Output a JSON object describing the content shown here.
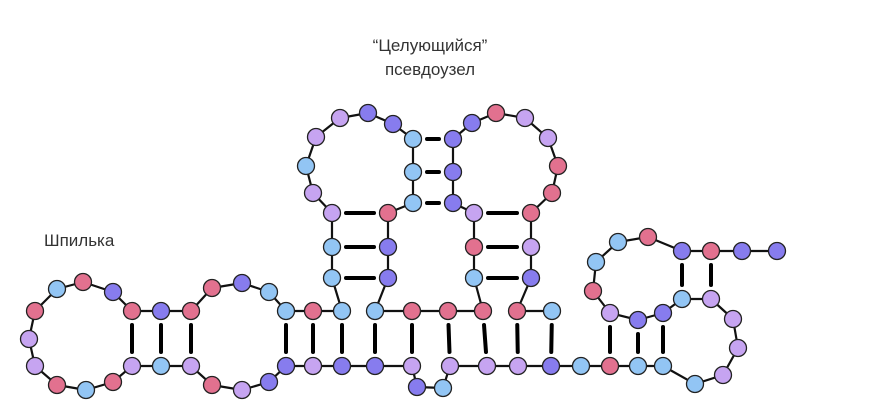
{
  "labels": {
    "pseudoknot_line1": "“Целующийся”",
    "pseudoknot_line2": "псевдоузел",
    "hairpin": "Шпилька"
  },
  "colors": {
    "pink": "#E2718F",
    "blue": "#92C5F4",
    "dark": "#877CEE",
    "lavender": "#C6A4F1",
    "backbone": "#111111",
    "pair": "#000000"
  }
}
